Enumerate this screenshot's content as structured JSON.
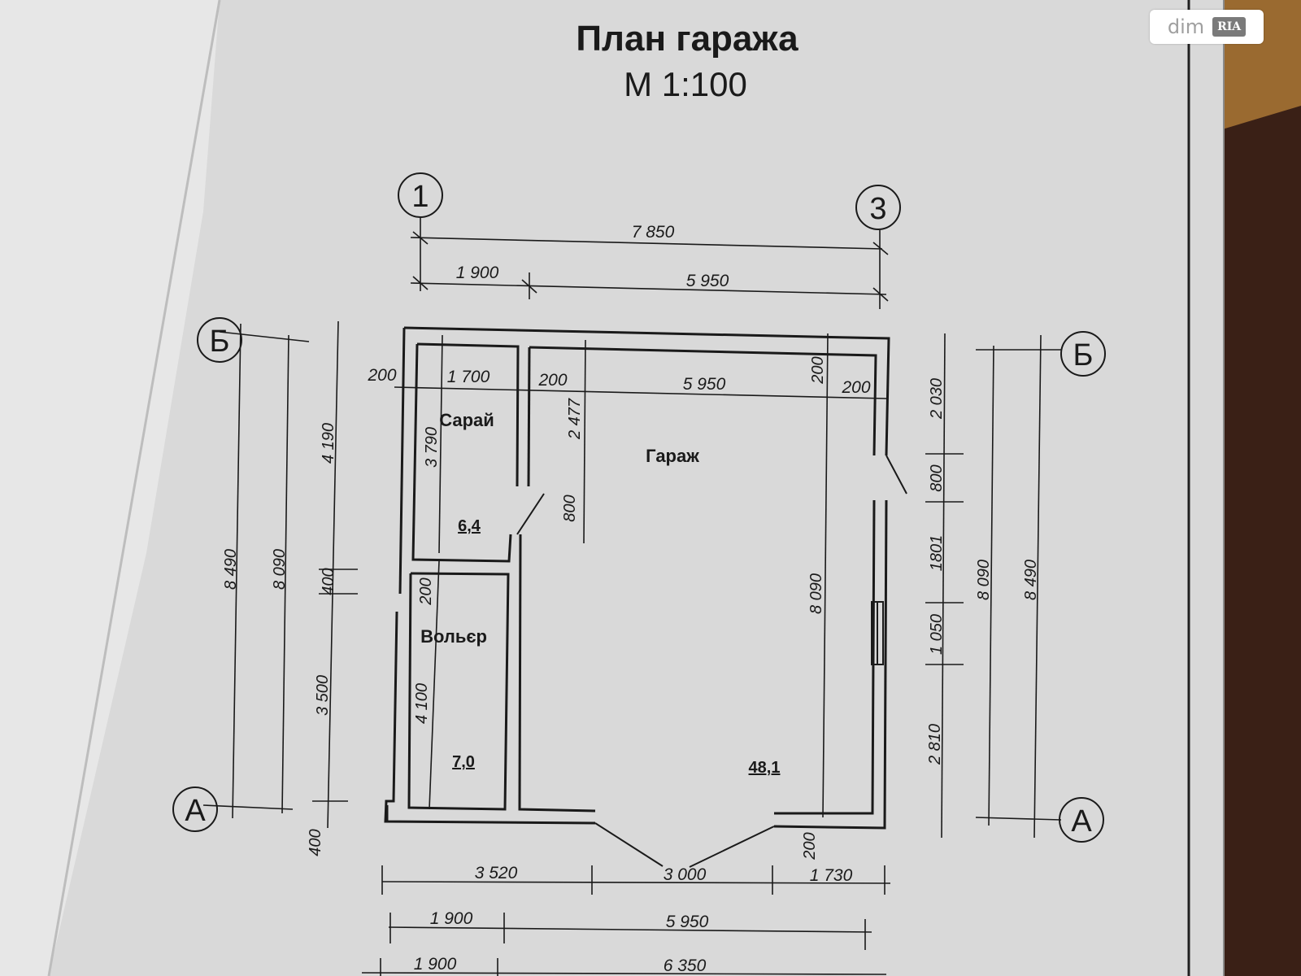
{
  "title": "План гаража",
  "scale": "М 1:100",
  "axes": {
    "one": "1",
    "three": "3",
    "a_left": "А",
    "a_right": "А",
    "b_left": "Б",
    "b_right": "Б"
  },
  "rooms": {
    "shed": {
      "name": "Сарай",
      "area": "6,4"
    },
    "enclosure": {
      "name": "Вольєр",
      "area": "7,0"
    },
    "garage": {
      "name": "Гараж",
      "area": "48,1"
    }
  },
  "dims": {
    "top_total": "7 850",
    "top_1900": "1 900",
    "top_5950": "5 950",
    "wall_left": "200",
    "shed_width": "1 700",
    "wall_mid": "200",
    "garage_width": "5 950",
    "wall_right_v": "200",
    "wall_right": "200",
    "left_8490": "8 490",
    "left_8090": "8 090",
    "left_4190": "4 190",
    "left_400": "400",
    "left_3500": "3 500",
    "left_bottom_400": "400",
    "shed_3790": "3 790",
    "door_2477": "2 477",
    "door_800": "800",
    "wall_200_v": "200",
    "enclosure_4100": "4 100",
    "garage_8090": "8 090",
    "bottom_wall_200": "200",
    "bottom_3520": "3 520",
    "bottom_3000": "3 000",
    "bottom_1730": "1 730",
    "bottom2_1900": "1 900",
    "bottom2_5950": "5 950",
    "bottom3_1900": "1 900",
    "bottom3_6350": "6 350",
    "right_2030": "2 030",
    "right_800": "800",
    "right_1801": "1801",
    "right_1050": "1 050",
    "right_2810": "2 810",
    "right_8090": "8 090",
    "right_8490": "8 490"
  },
  "watermark": {
    "text": "dim",
    "badge": "RIA"
  }
}
